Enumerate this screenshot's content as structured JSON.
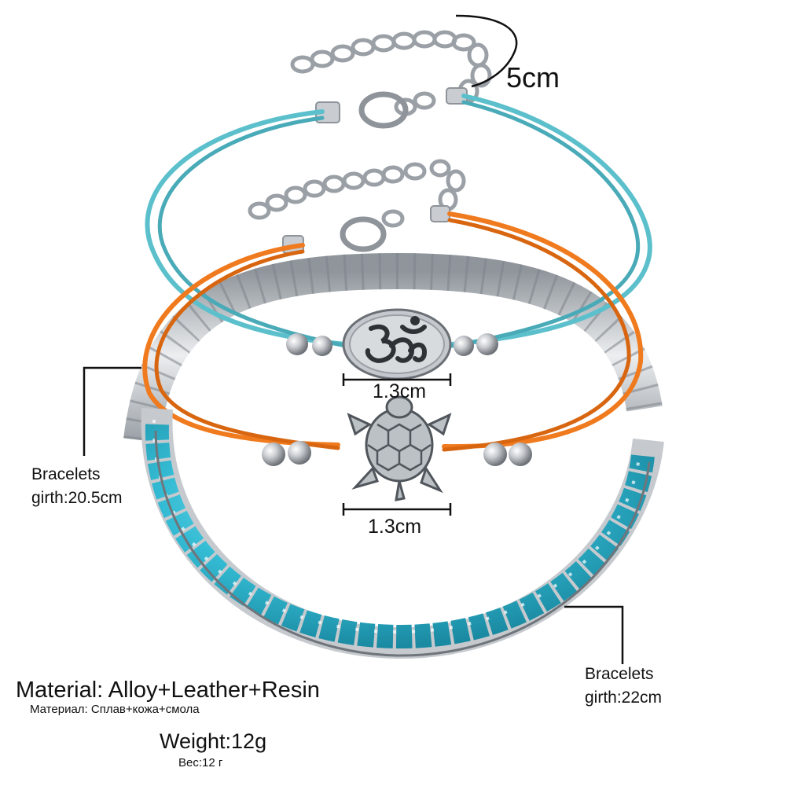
{
  "labels": {
    "extension": "5cm",
    "om_charm_size": "1.3cm",
    "turtle_charm_size": "1.3cm",
    "girth_small_line1": "Bracelets",
    "girth_small_line2": "girth:20.5cm",
    "girth_large_line1": "Bracelets",
    "girth_large_line2": "girth:22cm",
    "material_en": "Material: Alloy+Leather+Resin",
    "material_ru": "Материал: Сплав+кожа+смола",
    "weight_en": "Weight:12g",
    "weight_ru": "Вес:12 г"
  },
  "colors": {
    "blue_cord": "#5cc0cc",
    "orange_cord": "#f07a1e",
    "turquoise_stones": "#2fb8d0",
    "silver": "#b8bcc0",
    "dimension_lines": "#111111"
  },
  "icons": {
    "om_charm": "om-symbol-icon",
    "turtle_charm": "turtle-icon"
  }
}
